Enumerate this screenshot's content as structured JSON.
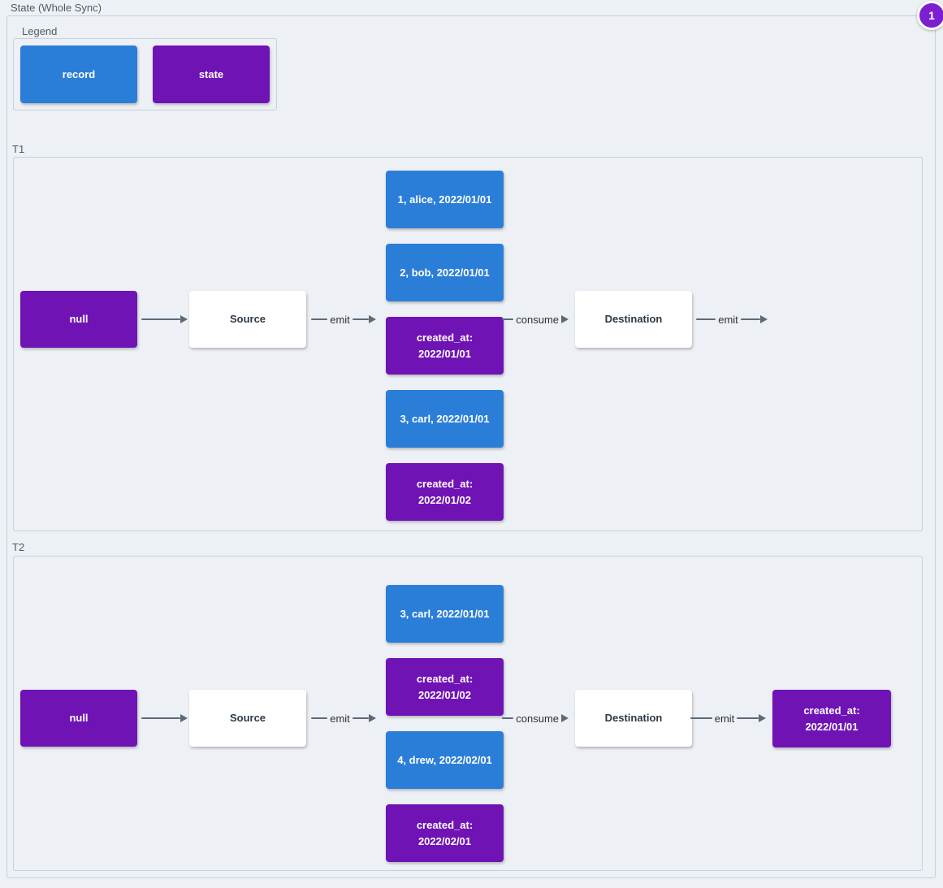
{
  "title": "State (Whole Sync)",
  "annotation_badge": "1",
  "legend": {
    "label": "Legend",
    "record_label": "record",
    "state_label": "state"
  },
  "t1": {
    "label": "T1",
    "null_label": "null",
    "source_label": "Source",
    "emit_label": "emit",
    "consume_label": "consume",
    "emit_out_label": "emit",
    "destination_label": "Destination",
    "stack": [
      {
        "label": "1, alice, 2022/01/01",
        "type": "record"
      },
      {
        "label": "2, bob, 2022/01/01",
        "type": "record"
      },
      {
        "label": "created_at: 2022/01/01",
        "type": "state"
      },
      {
        "label": "3, carl, 2022/01/01",
        "type": "record"
      },
      {
        "label": "created_at: 2022/01/02",
        "type": "state"
      }
    ]
  },
  "t2": {
    "label": "T2",
    "null_label": "null",
    "source_label": "Source",
    "emit_label": "emit",
    "consume_label": "consume",
    "emit_out_label": "emit",
    "destination_label": "Destination",
    "stack": [
      {
        "label": "3, carl, 2022/01/01",
        "type": "record"
      },
      {
        "label": "created_at: 2022/01/02",
        "type": "state"
      },
      {
        "label": "4, drew, 2022/02/01",
        "type": "record"
      },
      {
        "label": "created_at: 2022/02/01",
        "type": "state"
      }
    ],
    "output_state_label": "created_at: 2022/01/01"
  },
  "colors": {
    "record": "#2b7ed8",
    "state": "#7013b5",
    "badge": "#7c1fd0",
    "background": "#edf0f5",
    "arrow": "#5c6a77",
    "border": "#c7d1dc"
  }
}
